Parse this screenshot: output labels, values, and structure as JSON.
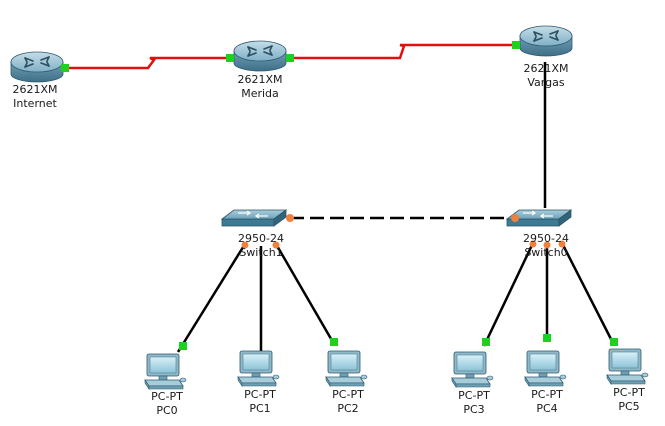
{
  "devices": {
    "router_internet": {
      "model": "2621XM",
      "name": "Internet"
    },
    "router_merida": {
      "model": "2621XM",
      "name": "Merida"
    },
    "router_vargas": {
      "model": "2621XM",
      "name": "Vargas"
    },
    "switch1": {
      "model": "2950-24",
      "name": "Switch1"
    },
    "switch0": {
      "model": "2950-24",
      "name": "Switch0"
    },
    "pc0": {
      "model": "PC-PT",
      "name": "PC0"
    },
    "pc1": {
      "model": "PC-PT",
      "name": "PC1"
    },
    "pc2": {
      "model": "PC-PT",
      "name": "PC2"
    },
    "pc3": {
      "model": "PC-PT",
      "name": "PC3"
    },
    "pc4": {
      "model": "PC-PT",
      "name": "PC4"
    },
    "pc5": {
      "model": "PC-PT",
      "name": "PC5"
    }
  },
  "colors": {
    "serial_link": "#e01010",
    "ethernet_link": "#000000",
    "link_up": "#1fd11f",
    "link_pending": "#f0803c",
    "router_body": "#5b8fa8",
    "switch_body": "#5b93aa",
    "pc_body": "#7ab2c8"
  }
}
